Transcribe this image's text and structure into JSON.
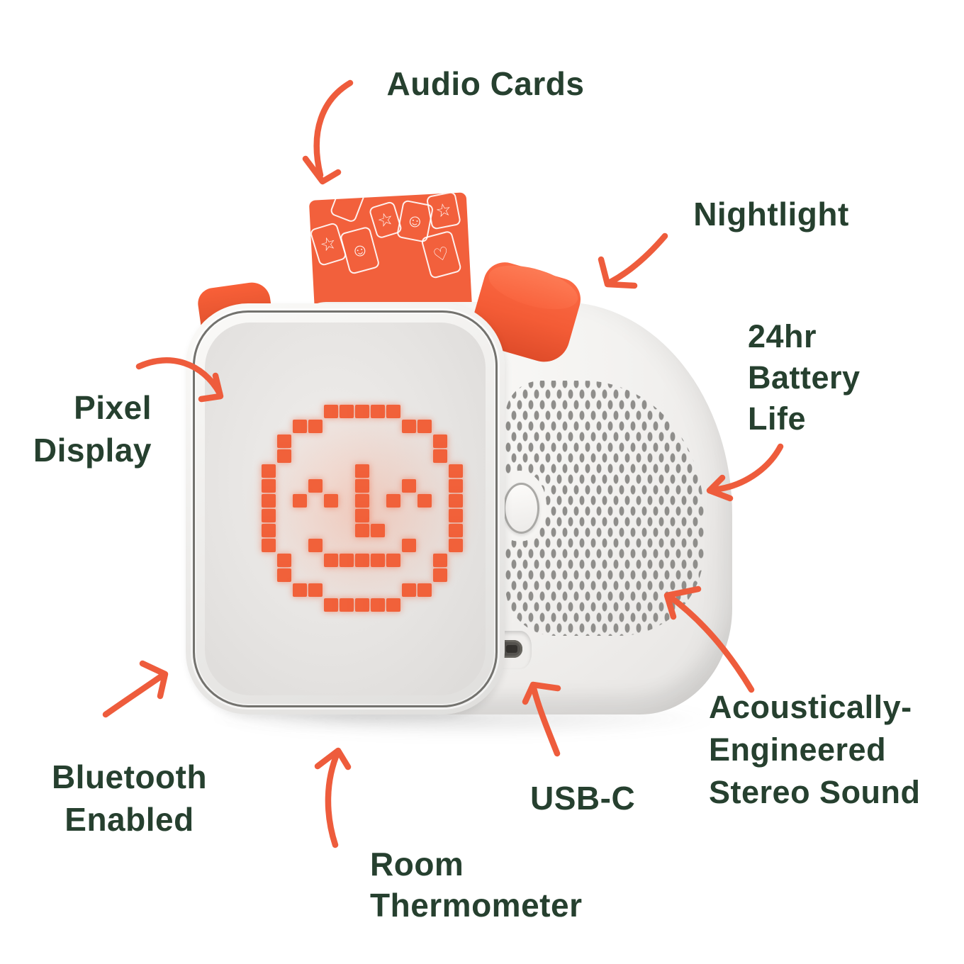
{
  "labels": {
    "audio_cards": {
      "text": "Audio Cards"
    },
    "nightlight": {
      "text": "Nightlight"
    },
    "battery": {
      "line1": "24hr",
      "line2": "Battery",
      "line3": "Life"
    },
    "pixel_display": {
      "line1": "Pixel",
      "line2": "Display"
    },
    "bluetooth": {
      "line1": "Bluetooth",
      "line2": "Enabled"
    },
    "room_thermometer": {
      "line1": "Room",
      "line2": "Thermometer"
    },
    "usb_c": {
      "text": "USB-C"
    },
    "stereo": {
      "line1": "Acoustically-",
      "line2": "Engineered",
      "line3": "Stereo Sound"
    }
  },
  "colors": {
    "label_green": "#26402f",
    "arrow_orange": "#ee5c3c",
    "device_orange": "#f2603c",
    "pixel_orange": "#f1613a",
    "grille_dot": "#8f8e8b"
  },
  "device": {
    "screen_face": "smiley-face",
    "pixel_face": [
      "....#####....",
      "..##.....##..",
      ".#.........#.",
      ".#.........#.",
      "#.....#.....#",
      "#..#..#..#..#",
      "#.#.#.#.#.#.#",
      "#.....#.....#",
      "#.....##....#",
      "#..#.....#..#",
      ".#..#####..#.",
      ".#.........#.",
      "..##.....##..",
      "....#####...."
    ],
    "card_icons": [
      {
        "name": "star",
        "glyph": "☆"
      },
      {
        "name": "smiley",
        "glyph": "☺"
      },
      {
        "name": "card",
        "glyph": ""
      },
      {
        "name": "star",
        "glyph": "☆"
      },
      {
        "name": "smiley",
        "glyph": "☺"
      },
      {
        "name": "star",
        "glyph": "☆"
      },
      {
        "name": "heart",
        "glyph": "♡"
      }
    ]
  }
}
